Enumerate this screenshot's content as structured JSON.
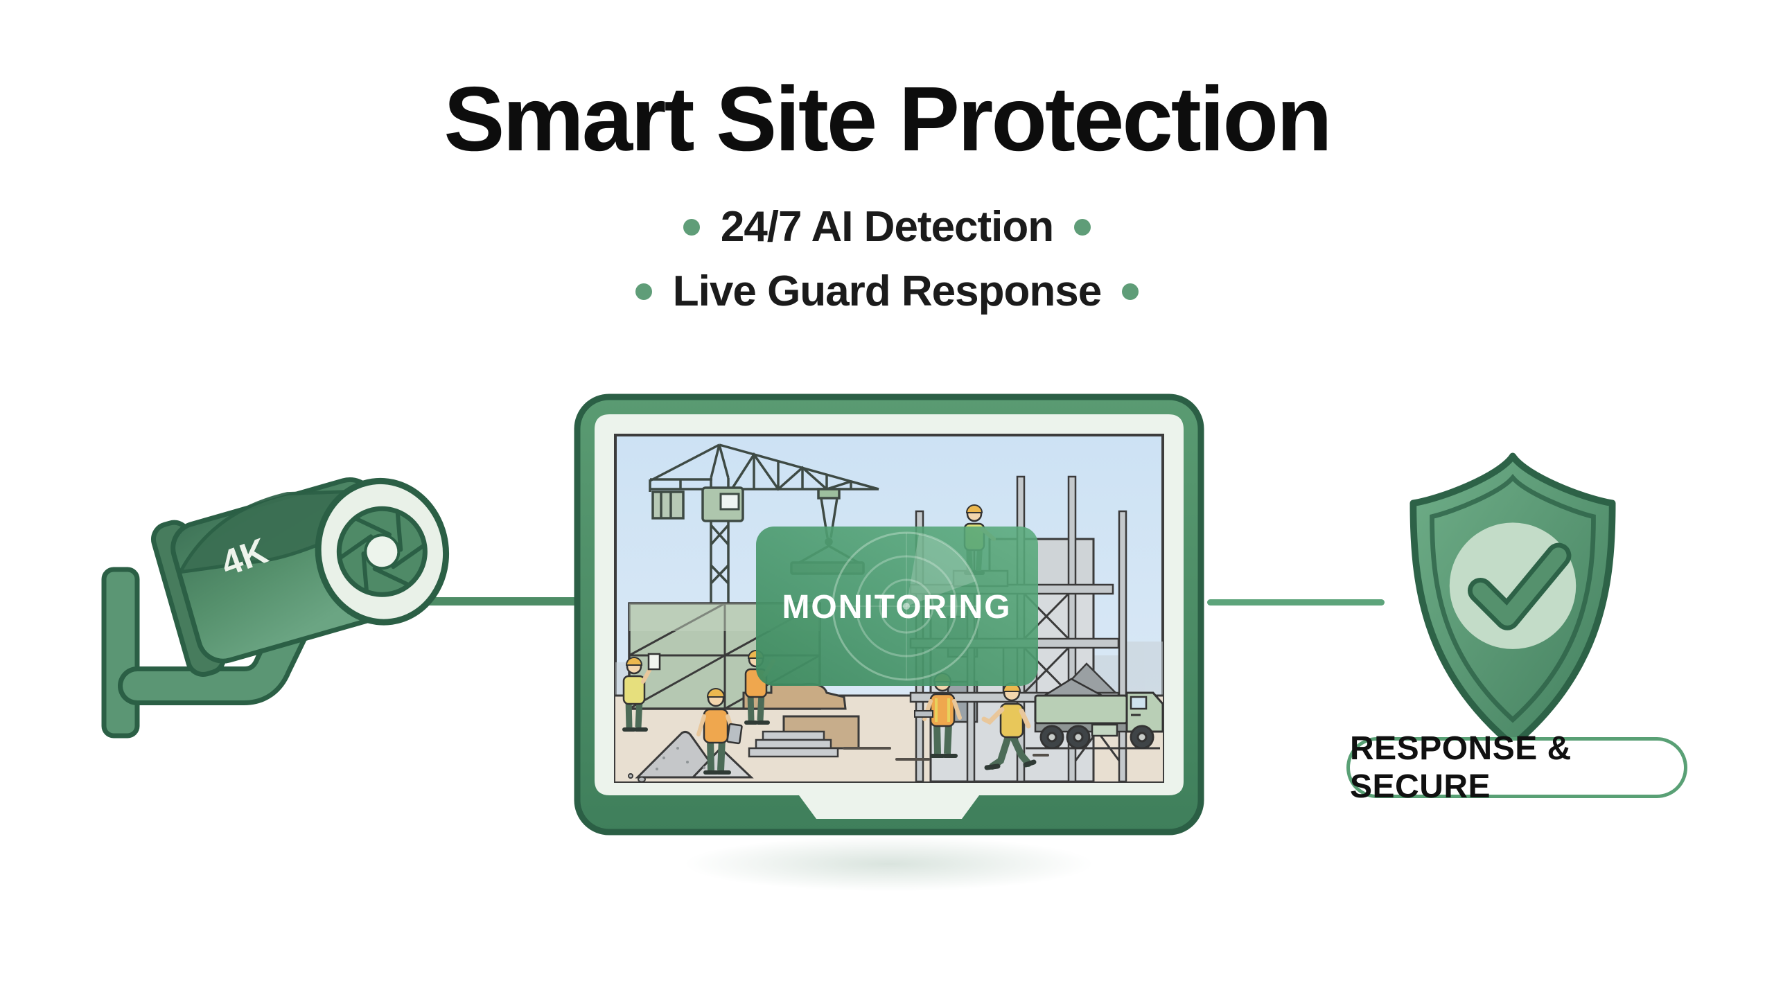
{
  "header": {
    "title": "Smart Site Protection",
    "bullets": [
      {
        "label": "24/7 AI Detection"
      },
      {
        "label": "Live Guard Response"
      }
    ]
  },
  "camera": {
    "badge": "4K",
    "icon": "cctv-camera-icon"
  },
  "monitor": {
    "overlay_label": "MONITORING",
    "icon": "radar-icon",
    "scene": "construction-site-with-crane-scaffolding-workers-truck"
  },
  "shield": {
    "icon": "shield-check-icon",
    "badge_label": "RESPONSE & SECURE"
  },
  "colors": {
    "accent_green": "#4e8c66",
    "dark_outline_green": "#2d6147",
    "camera_body_green": "#4f8a67",
    "monitor_frame_green": "#4f9169",
    "overlay_green": "#4e9c70",
    "bullet_dot_green": "#5f9d78",
    "sky_blue": "#cfe3f4",
    "ground_tan": "#e8dfd1",
    "vest_orange": "#efa74e",
    "helmet_yellow": "#ecb84f",
    "title_black": "#0d0d0d"
  }
}
